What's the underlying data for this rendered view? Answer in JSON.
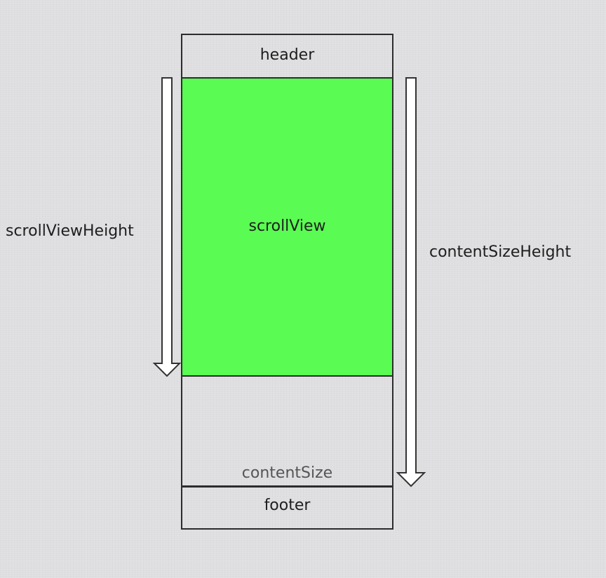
{
  "boxes": {
    "header": "header",
    "scroll_view": "scrollView",
    "content_size": "contentSize",
    "footer": "footer"
  },
  "dimensions": {
    "scroll_view_height": "scrollViewHeight",
    "content_size_height": "contentSizeHeight"
  },
  "colors": {
    "scroll_view_fill": "#5afc53",
    "outline": "#2c2c2c",
    "background": "#dfdfe1"
  }
}
